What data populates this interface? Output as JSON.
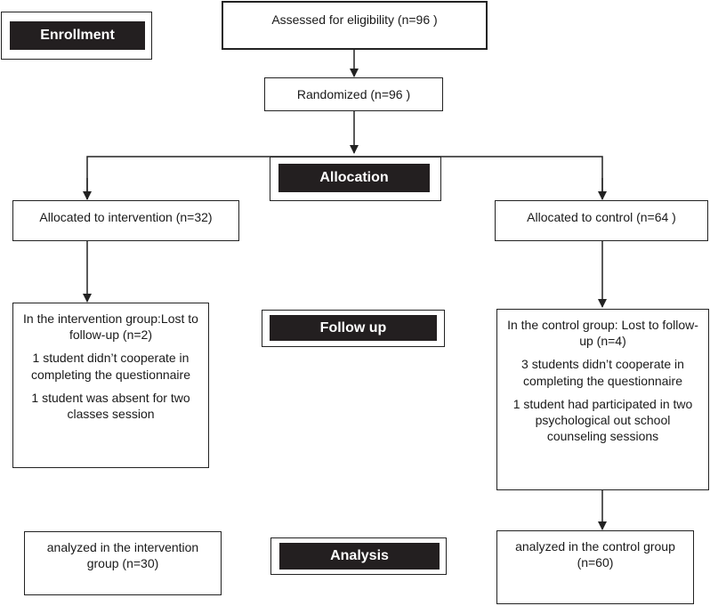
{
  "stages": {
    "enrollment": "Enrollment",
    "allocation": "Allocation",
    "follow_up": "Follow up",
    "analysis": "Analysis"
  },
  "boxes": {
    "eligibility": "Assessed for eligibility (n=96 )",
    "randomized": "Randomized (n=96 )",
    "alloc_intervention": "Allocated to intervention (n=32)",
    "alloc_control": "Allocated to control (n=64   )",
    "followup_intervention": {
      "title": "In  the  intervention group:Lost to follow-up (n=2)",
      "line1": "1 student didn’t cooperate in completing the questionnaire",
      "line2": "1 student was absent for two classes session"
    },
    "followup_control": {
      "title": "In the control group: Lost to follow-up (n=4)",
      "line1": "3 students didn’t cooperate in completing the questionnaire",
      "line2": "1 student had participated in two psychological out school counseling  sessions"
    },
    "analysis_intervention": "analyzed in the intervention group (n=30)",
    "analysis_control": "analyzed in the control group (n=60)"
  }
}
